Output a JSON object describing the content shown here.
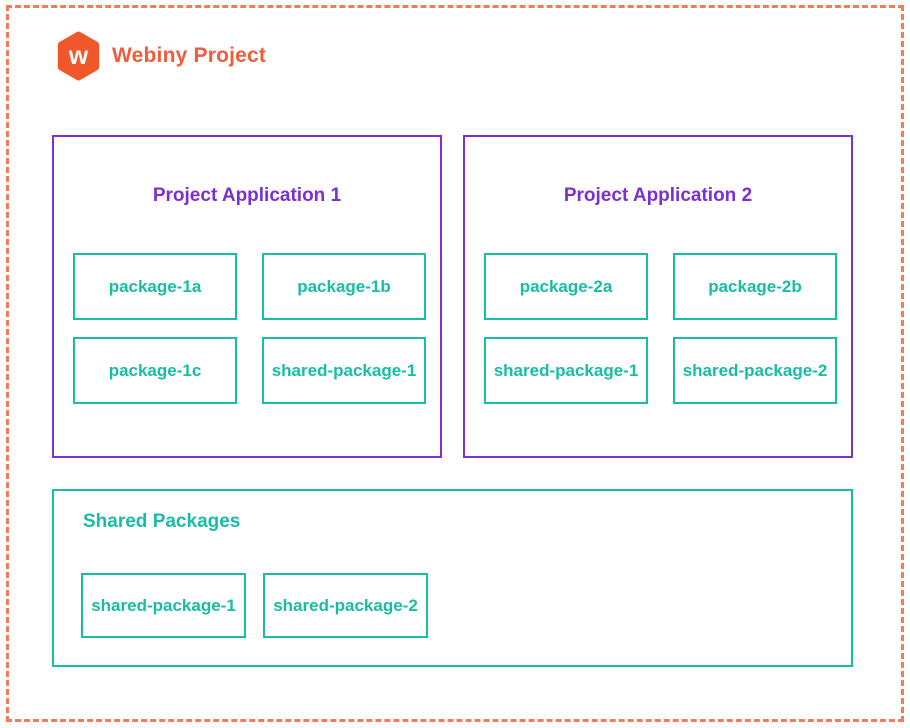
{
  "header": {
    "title": "Webiny Project",
    "logo_letter": "w"
  },
  "applications": [
    {
      "title": "Project Application 1",
      "packages": [
        "package-1a",
        "package-1b",
        "package-1c",
        "shared-package-1"
      ]
    },
    {
      "title": "Project Application 2",
      "packages": [
        "package-2a",
        "package-2b",
        "shared-package-1",
        "shared-package-2"
      ]
    }
  ],
  "shared": {
    "title": "Shared Packages",
    "packages": [
      "shared-package-1",
      "shared-package-2"
    ]
  },
  "colors": {
    "brand_orange": "#f25c39",
    "logo_orange": "#f2572b",
    "dashed_border": "#f47b57",
    "application_purple": "#7c2fd3",
    "package_teal": "#17bda4",
    "background": "#ffffff"
  }
}
